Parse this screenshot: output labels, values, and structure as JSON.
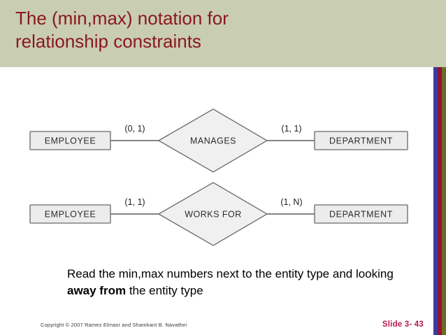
{
  "slide": {
    "title": "The (min,max) notation for\nrelationship constraints",
    "title_color": "#8a1820",
    "header_bg": "#c9cdb2",
    "body_bg": "#ffffff"
  },
  "stripes": [
    {
      "name": "blue",
      "color": "#3b3b9e"
    },
    {
      "name": "maroon",
      "color": "#8e1436"
    },
    {
      "name": "olive",
      "color": "#6e6b24"
    }
  ],
  "diagram": {
    "rows": [
      {
        "left_entity": "EMPLOYEE",
        "left_cardinality": "(0, 1)",
        "relationship": "MANAGES",
        "right_cardinality": "(1, 1)",
        "right_entity": "DEPARTMENT"
      },
      {
        "left_entity": "EMPLOYEE",
        "left_cardinality": "(1, 1)",
        "relationship": "WORKS FOR",
        "right_cardinality": "(1, N)",
        "right_entity": "DEPARTMENT"
      }
    ],
    "colors": {
      "entity_fill": "#ececec",
      "entity_stroke": "#808080",
      "diamond_fill": "#f0f0f0",
      "diamond_stroke": "#707070",
      "line": "#5a5a5a"
    }
  },
  "caption": {
    "part1": "Read the min,max numbers next to the entity type and looking ",
    "emphasis": "away from",
    "part2": " the entity type"
  },
  "footer": {
    "copyright": "Copyright © 2007 Ramez Elmasr and Shamkant B. Navathei",
    "slide_number": "Slide 3- 43",
    "slide_number_color": "#b51952"
  }
}
